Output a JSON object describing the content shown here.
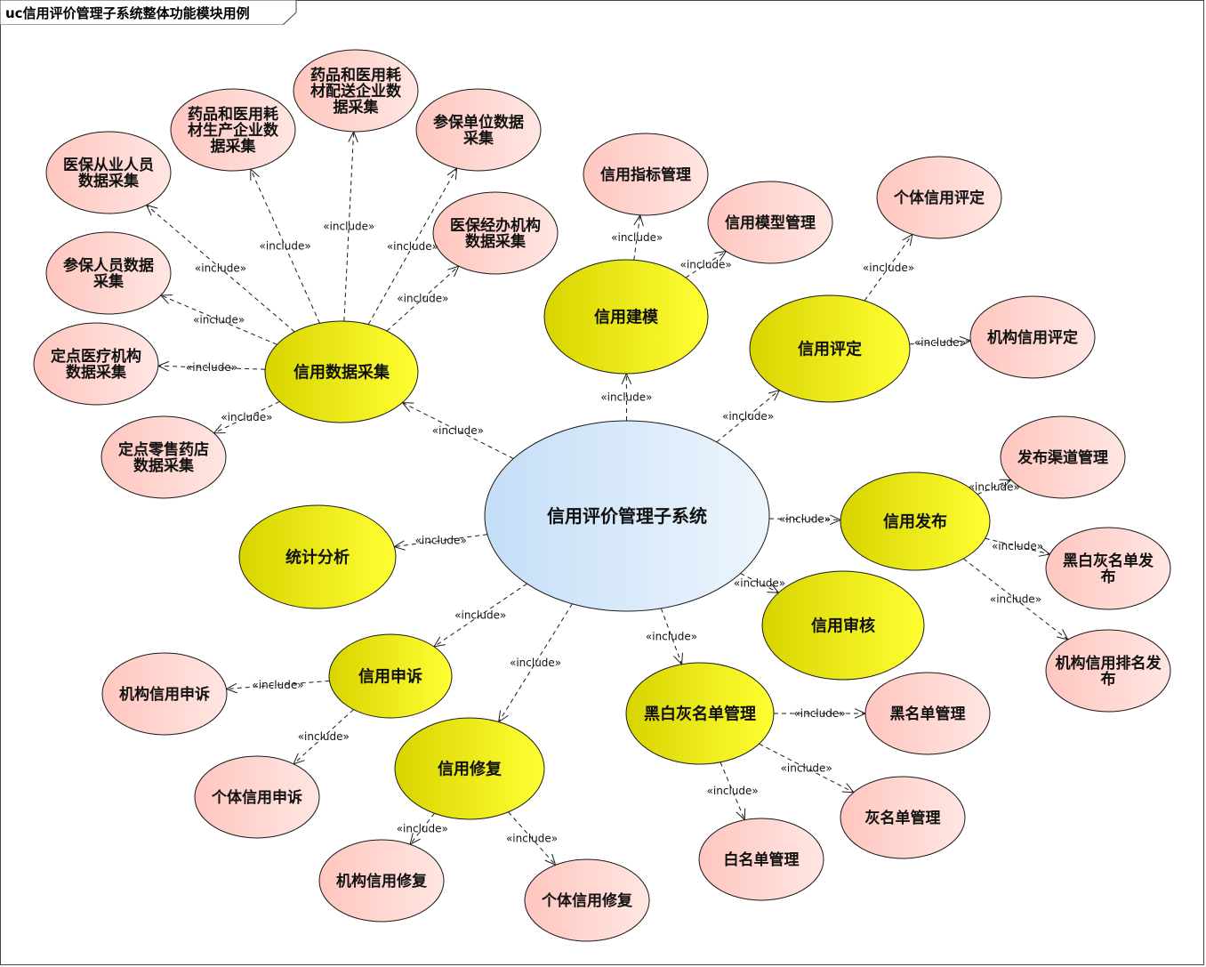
{
  "diagram": {
    "title": "uc信用评价管理子系统整体功能模块用例",
    "include_label": "«include»",
    "colors": {
      "central_fill_start": "#c4def8",
      "central_fill_end": "#eef5fc",
      "module_fill_start": "#d8d400",
      "module_fill_end": "#ffff33",
      "leaf_fill_start": "#ffc6bf",
      "leaf_fill_end": "#ffe6e2",
      "stroke": "#1a1a1a"
    },
    "use_cases": [
      {
        "id": "root",
        "kind": "central",
        "lines": [
          "信用评价管理子系统"
        ]
      },
      {
        "id": "collect",
        "kind": "module",
        "lines": [
          "信用数据采集"
        ]
      },
      {
        "id": "model",
        "kind": "module",
        "lines": [
          "信用建模"
        ]
      },
      {
        "id": "rate",
        "kind": "module",
        "lines": [
          "信用评定"
        ]
      },
      {
        "id": "publish",
        "kind": "module",
        "lines": [
          "信用发布"
        ]
      },
      {
        "id": "audit",
        "kind": "module",
        "lines": [
          "信用审核"
        ]
      },
      {
        "id": "stats",
        "kind": "module",
        "lines": [
          "统计分析"
        ]
      },
      {
        "id": "appeal",
        "kind": "module",
        "lines": [
          "信用申诉"
        ]
      },
      {
        "id": "repair",
        "kind": "module",
        "lines": [
          "信用修复"
        ]
      },
      {
        "id": "blacklist",
        "kind": "module",
        "lines": [
          "黑白灰名单管理"
        ]
      },
      {
        "id": "c1",
        "kind": "leaf",
        "lines": [
          "医保从业人员",
          "数据采集"
        ]
      },
      {
        "id": "c2",
        "kind": "leaf",
        "lines": [
          "药品和医用耗",
          "材生产企业数",
          "据采集"
        ]
      },
      {
        "id": "c3",
        "kind": "leaf",
        "lines": [
          "药品和医用耗",
          "材配送企业数",
          "据采集"
        ]
      },
      {
        "id": "c4",
        "kind": "leaf",
        "lines": [
          "参保单位数据",
          "采集"
        ]
      },
      {
        "id": "c5",
        "kind": "leaf",
        "lines": [
          "医保经办机构",
          "数据采集"
        ]
      },
      {
        "id": "c6",
        "kind": "leaf",
        "lines": [
          "参保人员数据",
          "采集"
        ]
      },
      {
        "id": "c7",
        "kind": "leaf",
        "lines": [
          "定点医疗机构",
          "数据采集"
        ]
      },
      {
        "id": "c8",
        "kind": "leaf",
        "lines": [
          "定点零售药店",
          "数据采集"
        ]
      },
      {
        "id": "m1",
        "kind": "leaf",
        "lines": [
          "信用指标管理"
        ]
      },
      {
        "id": "m2",
        "kind": "leaf",
        "lines": [
          "信用模型管理"
        ]
      },
      {
        "id": "r1",
        "kind": "leaf",
        "lines": [
          "个体信用评定"
        ]
      },
      {
        "id": "r2",
        "kind": "leaf",
        "lines": [
          "机构信用评定"
        ]
      },
      {
        "id": "p1",
        "kind": "leaf",
        "lines": [
          "发布渠道管理"
        ]
      },
      {
        "id": "p2",
        "kind": "leaf",
        "lines": [
          "黑白灰名单发",
          "布"
        ]
      },
      {
        "id": "p3",
        "kind": "leaf",
        "lines": [
          "机构信用排名发",
          "布"
        ]
      },
      {
        "id": "a1",
        "kind": "leaf",
        "lines": [
          "机构信用申诉"
        ]
      },
      {
        "id": "a2",
        "kind": "leaf",
        "lines": [
          "个体信用申诉"
        ]
      },
      {
        "id": "f1",
        "kind": "leaf",
        "lines": [
          "机构信用修复"
        ]
      },
      {
        "id": "f2",
        "kind": "leaf",
        "lines": [
          "个体信用修复"
        ]
      },
      {
        "id": "b1",
        "kind": "leaf",
        "lines": [
          "黑名单管理"
        ]
      },
      {
        "id": "b2",
        "kind": "leaf",
        "lines": [
          "灰名单管理"
        ]
      },
      {
        "id": "b3",
        "kind": "leaf",
        "lines": [
          "白名单管理"
        ]
      }
    ],
    "relations": [
      {
        "from": "root",
        "to": "collect",
        "type": "include"
      },
      {
        "from": "root",
        "to": "model",
        "type": "include"
      },
      {
        "from": "root",
        "to": "rate",
        "type": "include"
      },
      {
        "from": "root",
        "to": "publish",
        "type": "include"
      },
      {
        "from": "root",
        "to": "audit",
        "type": "include"
      },
      {
        "from": "root",
        "to": "stats",
        "type": "include"
      },
      {
        "from": "root",
        "to": "appeal",
        "type": "include"
      },
      {
        "from": "root",
        "to": "repair",
        "type": "include"
      },
      {
        "from": "root",
        "to": "blacklist",
        "type": "include"
      },
      {
        "from": "collect",
        "to": "c1",
        "type": "include"
      },
      {
        "from": "collect",
        "to": "c2",
        "type": "include"
      },
      {
        "from": "collect",
        "to": "c3",
        "type": "include"
      },
      {
        "from": "collect",
        "to": "c4",
        "type": "include"
      },
      {
        "from": "collect",
        "to": "c5",
        "type": "include"
      },
      {
        "from": "collect",
        "to": "c6",
        "type": "include"
      },
      {
        "from": "collect",
        "to": "c7",
        "type": "include"
      },
      {
        "from": "collect",
        "to": "c8",
        "type": "include"
      },
      {
        "from": "model",
        "to": "m1",
        "type": "include"
      },
      {
        "from": "model",
        "to": "m2",
        "type": "include"
      },
      {
        "from": "rate",
        "to": "r1",
        "type": "include"
      },
      {
        "from": "rate",
        "to": "r2",
        "type": "include"
      },
      {
        "from": "publish",
        "to": "p1",
        "type": "include"
      },
      {
        "from": "publish",
        "to": "p2",
        "type": "include"
      },
      {
        "from": "publish",
        "to": "p3",
        "type": "include"
      },
      {
        "from": "appeal",
        "to": "a1",
        "type": "include"
      },
      {
        "from": "appeal",
        "to": "a2",
        "type": "include"
      },
      {
        "from": "repair",
        "to": "f1",
        "type": "include"
      },
      {
        "from": "repair",
        "to": "f2",
        "type": "include"
      },
      {
        "from": "blacklist",
        "to": "b1",
        "type": "include"
      },
      {
        "from": "blacklist",
        "to": "b2",
        "type": "include"
      },
      {
        "from": "blacklist",
        "to": "b3",
        "type": "include"
      }
    ]
  }
}
